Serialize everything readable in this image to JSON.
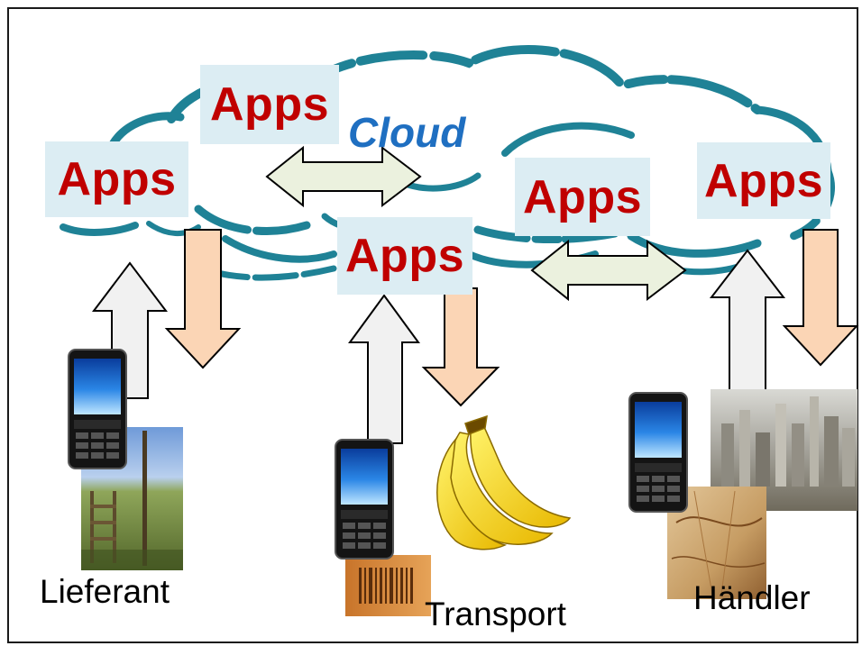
{
  "diagram": {
    "cloud_label": "Cloud",
    "apps_labels": [
      "Apps",
      "Apps",
      "Apps",
      "Apps",
      "Apps"
    ],
    "actors": [
      {
        "label": "Lieferant",
        "icons": [
          "mobile-phone-icon",
          "field-fence-photo-icon"
        ]
      },
      {
        "label": "Transport",
        "icons": [
          "mobile-phone-icon",
          "banana-icon",
          "crate-barcode-icon"
        ]
      },
      {
        "label": "Händler",
        "icons": [
          "mobile-phone-icon",
          "city-skyline-photo-icon",
          "map-photo-icon"
        ]
      }
    ],
    "colors": {
      "cloud_outline": "#1f8296",
      "apps_text": "#c00000",
      "apps_box": "#dcedf3",
      "cloud_text": "#1f6fc1",
      "up_arrow_fill": "#f1f1f1",
      "down_arrow_fill": "#fbd5b5",
      "double_arrow_fill": "#ebf1de"
    }
  }
}
